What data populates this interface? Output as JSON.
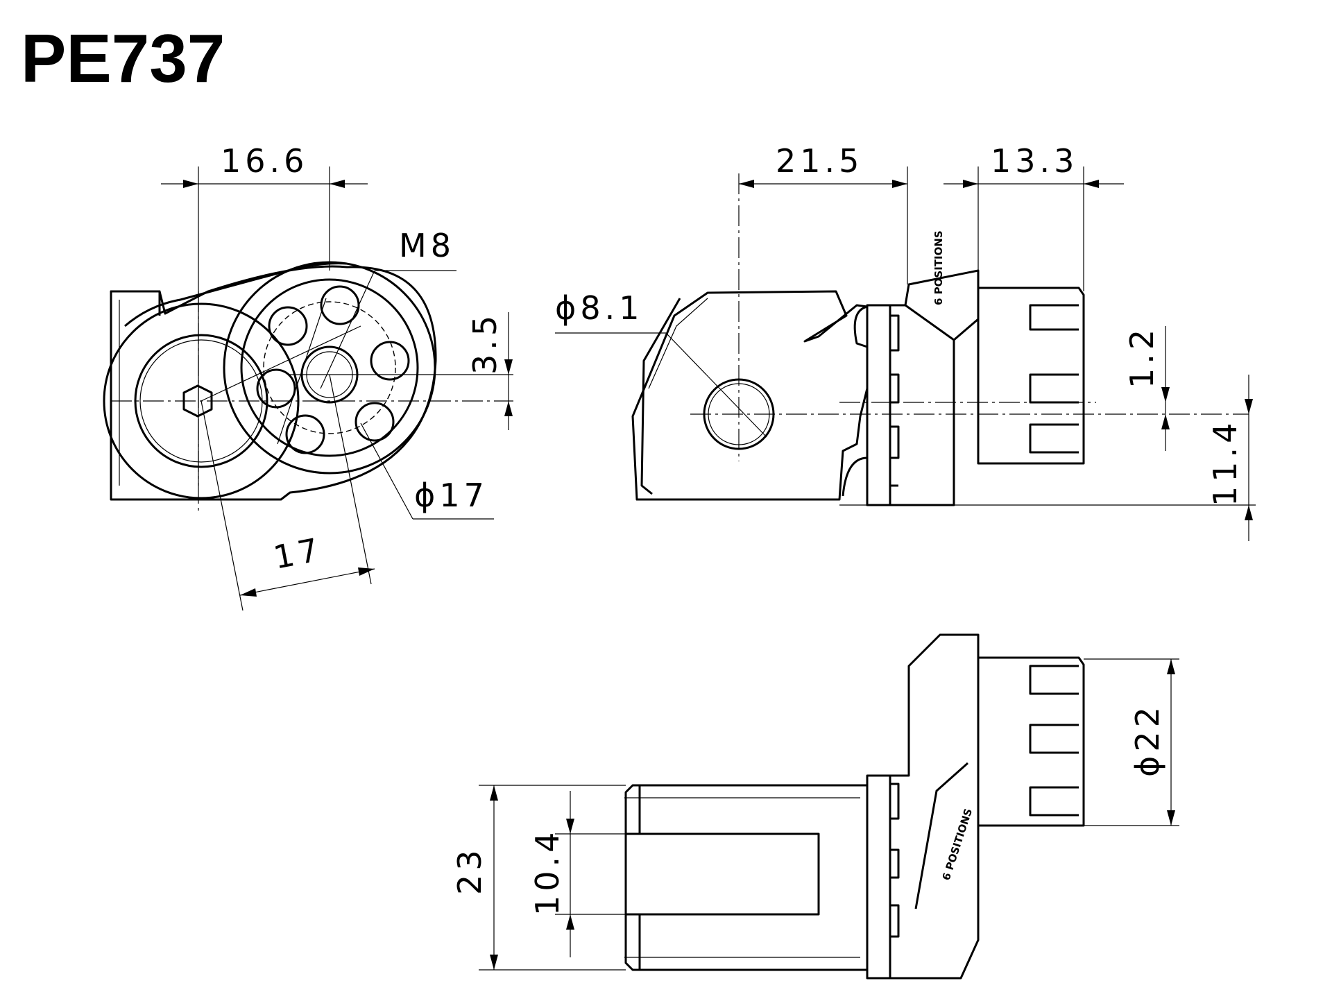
{
  "title": "PE737",
  "dimensions": {
    "front_width": "16.6",
    "thread": "M8",
    "offset": "3.5",
    "bore_diameter": "ϕ17",
    "pitch": "17",
    "side_width": "21.5",
    "peg_length": "13.3",
    "hole_diameter": "ϕ8.1",
    "height_small": "1.2",
    "height_offset": "11.4",
    "peg_diameter": "ϕ22",
    "overall_width": "23",
    "slot_width": "10.4"
  },
  "engravings": {
    "side": "6 POSITIONS",
    "bottom": "6 POSITIONS"
  },
  "colors": {
    "line": "#000000",
    "background": "#ffffff"
  }
}
